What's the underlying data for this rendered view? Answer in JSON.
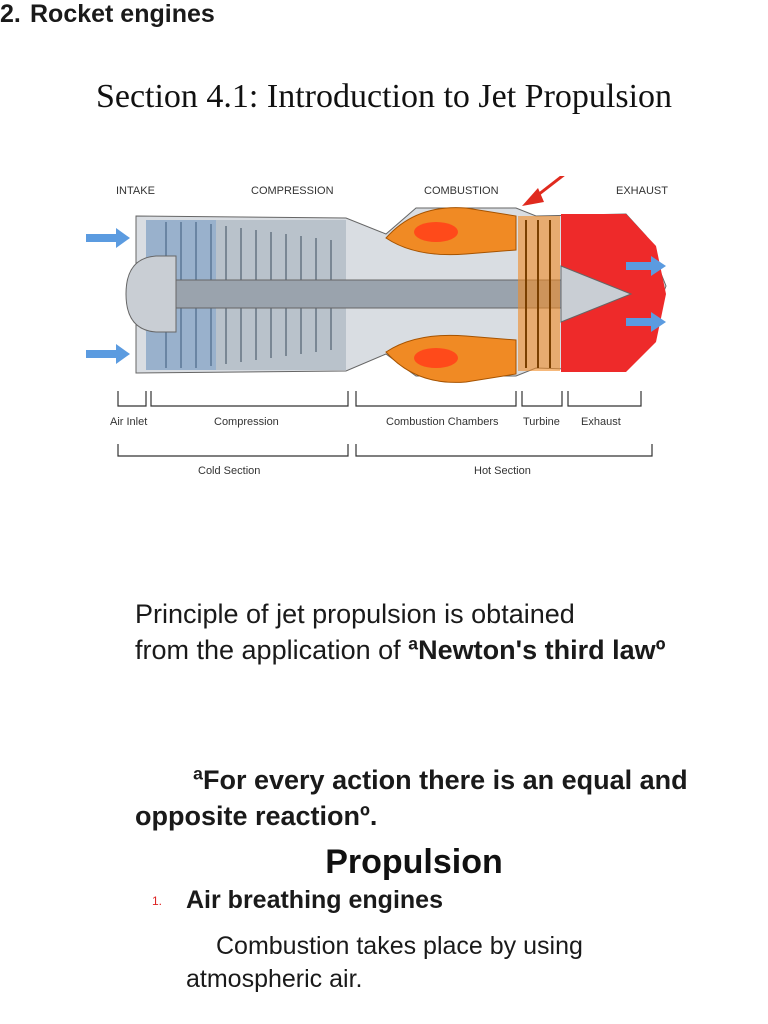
{
  "page": {
    "title": "Section 4.1: Introduction to Jet Propulsion"
  },
  "diagram": {
    "top_labels": [
      "INTAKE",
      "COMPRESSION",
      "COMBUSTION",
      "EXHAUST"
    ],
    "part_labels": [
      "Air Inlet",
      "Compression",
      "Combustion Chambers",
      "Turbine",
      "Exhaust"
    ],
    "section_labels": [
      "Cold Section",
      "Hot Section"
    ],
    "colors": {
      "cold": "#3a7fd0",
      "hot": "#ee2a2a",
      "combustion": "#f08a24",
      "arrow": "#e02a1e"
    }
  },
  "principle": {
    "line1": "Principle of jet propulsion is obtained",
    "line2": "from the application of ",
    "open_mark": "ª",
    "law": "Newton's third law",
    "close_mark": "º"
  },
  "quote": {
    "open_mark": "ª",
    "text": "For every action there is an equal and opposite reaction",
    "close_mark": "º."
  },
  "propulsion": {
    "heading": "Propulsion",
    "items": [
      {
        "number": "1.",
        "label": "Air breathing engines",
        "description": "Combustion takes place by using atmospheric air."
      },
      {
        "number": "2.",
        "label": "Rocket engines"
      }
    ]
  }
}
